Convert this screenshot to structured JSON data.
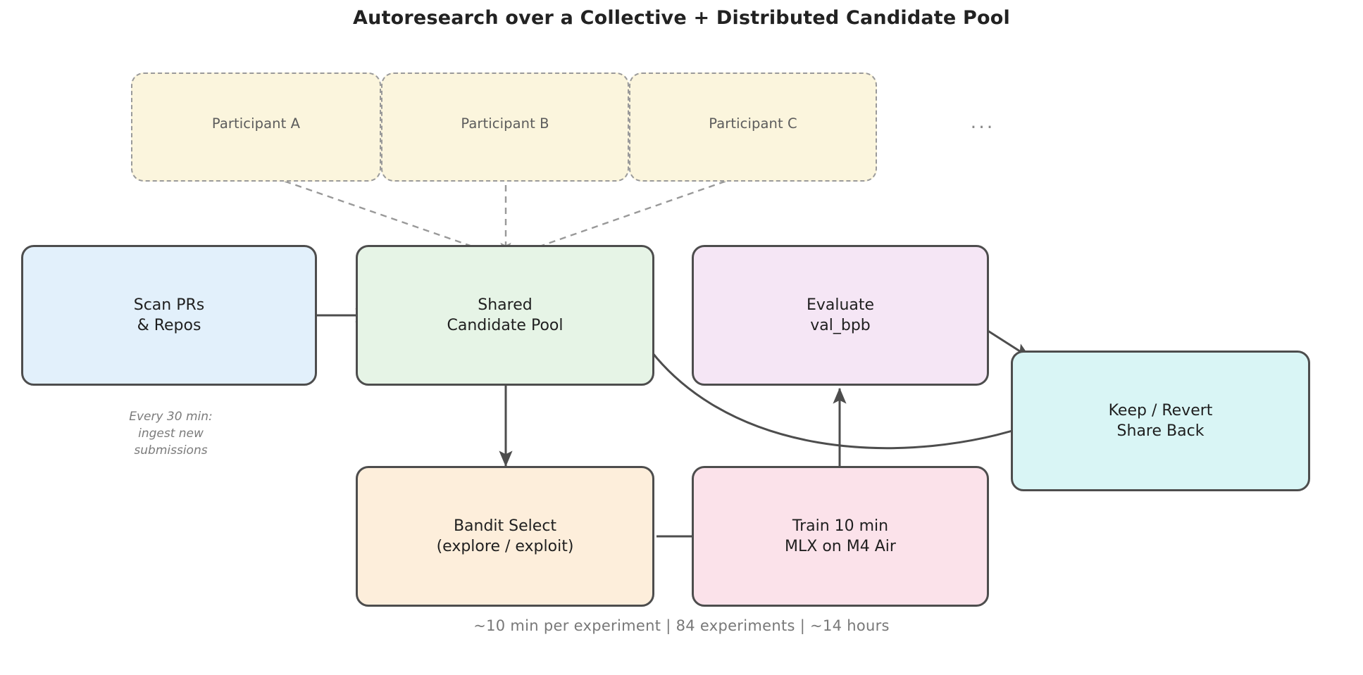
{
  "title": "Autoresearch over a Collective + Distributed Candidate Pool",
  "participants": {
    "items": [
      {
        "label": "Participant A"
      },
      {
        "label": "Participant B"
      },
      {
        "label": "Participant C"
      }
    ],
    "overflow": "..."
  },
  "nodes": {
    "scan": {
      "label": "Scan PRs\n& Repos",
      "color": "#e2f0fb"
    },
    "pool": {
      "label": "Shared\nCandidate Pool",
      "color": "#e6f4e6"
    },
    "evaluate": {
      "label": "Evaluate\nval_bpb",
      "color": "#f5e6f5"
    },
    "keep": {
      "label": "Keep / Revert\nShare Back",
      "color": "#d9f5f5"
    },
    "bandit": {
      "label": "Bandit Select\n(explore / exploit)",
      "color": "#fdeedb"
    },
    "train": {
      "label": "Train 10 min\nMLX on M4 Air",
      "color": "#fbe2ea"
    }
  },
  "annotations": {
    "ingest": "Every 30 min:\ningest new\nsubmissions",
    "footer": "~10 min per experiment  |  84 experiments  |  ~14 hours"
  },
  "style": {
    "edge_color": "#4d4d4d",
    "dashed_edge_color": "#999999",
    "node_border": "#4d4d4d",
    "participant_border": "#9a9a9a",
    "participant_fill": "#fbf5dd",
    "title_color": "#222222",
    "annotation_color": "#7b7b7b"
  }
}
